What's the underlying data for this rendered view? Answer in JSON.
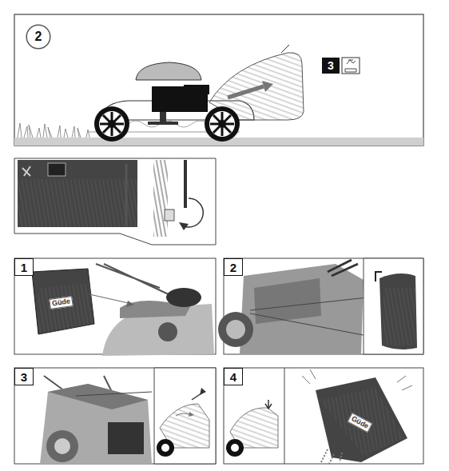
{
  "diagram": {
    "nodes": [
      {
        "text": [
          "2"
        ]
      },
      {
        "text": [
          "3"
        ]
      },
      {
        "text": [
          "1"
        ]
      },
      {
        "text": [
          "2"
        ]
      },
      {
        "text": [
          "3"
        ]
      },
      {
        "text": [
          "4"
        ]
      }
    ],
    "labels": [
      "Güde",
      "Güde"
    ]
  }
}
